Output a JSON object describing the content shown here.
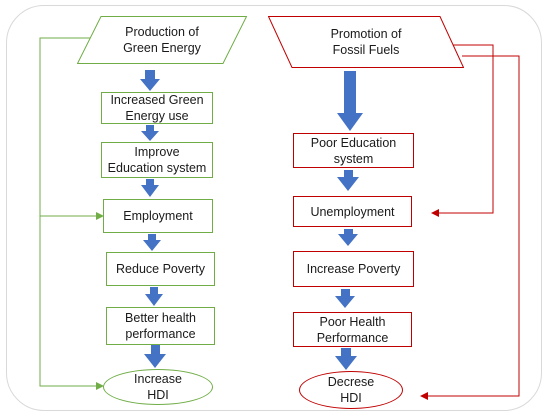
{
  "colors": {
    "green": "#70ad47",
    "red": "#c00000",
    "arrow": "#4472c4"
  },
  "green_column": {
    "start": "Production of\nGreen Energy",
    "steps": [
      "Increased Green\nEnergy use",
      "Improve\nEducation system",
      "Employment",
      "Reduce Poverty",
      "Better health\nperformance"
    ],
    "end": "Increase\nHDI"
  },
  "red_column": {
    "start": "Promotion of\nFossil Fuels",
    "steps": [
      "Poor Education\nsystem",
      "Unemployment",
      "Increase Poverty",
      "Poor Health\nPerformance"
    ],
    "end": "Decrese\nHDI"
  }
}
